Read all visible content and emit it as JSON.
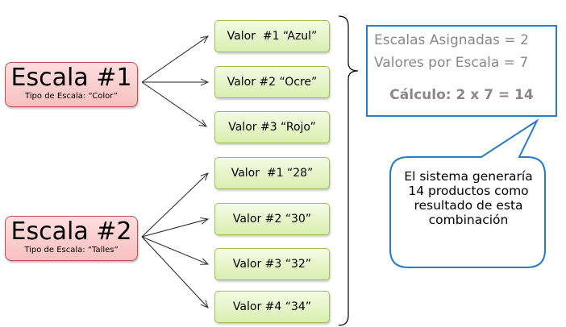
{
  "scales": [
    {
      "title": "Escala #1",
      "type": "Tipo de Escala: “Color”",
      "values": [
        "Valor  #1 “Azul”",
        "Valor #2 “Ocre”",
        "Valor #3 “Rojo”"
      ]
    },
    {
      "title": "Escala #2",
      "type": "Tipo de Escala: “Talles”",
      "values": [
        "Valor  #1 “28”",
        "Valor #2 “30”",
        "Valor #3 “32”",
        "Valor #4 “34”"
      ]
    }
  ],
  "info": {
    "line1": "Escalas Asignadas = 2",
    "line2": "Valores por Escala = 7",
    "calc": "Cálculo: 2 x 7 = 14"
  },
  "callout": "El sistema generaría 14 productos como resultado de esta combinación",
  "colors": {
    "scale_border": "#b85450",
    "value_border": "#9cbd5a",
    "info_border": "#2b7bc5"
  }
}
